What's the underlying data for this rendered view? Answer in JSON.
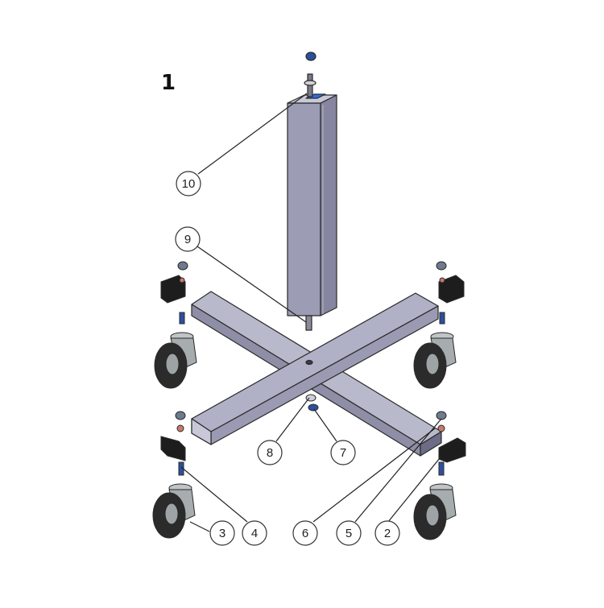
{
  "diagram": {
    "step_number": "1",
    "callouts": [
      {
        "id": "10",
        "label": "10"
      },
      {
        "id": "9",
        "label": "9"
      },
      {
        "id": "8",
        "label": "8"
      },
      {
        "id": "7",
        "label": "7"
      },
      {
        "id": "6",
        "label": "6"
      },
      {
        "id": "5",
        "label": "5"
      },
      {
        "id": "4",
        "label": "4"
      },
      {
        "id": "3",
        "label": "3"
      },
      {
        "id": "2",
        "label": "2"
      }
    ]
  },
  "colors": {
    "steel_face": "#a9a9c0",
    "steel_side": "#8e8ea6",
    "steel_dark": "#6c6c86",
    "steel_light": "#c8c8d8",
    "rubber": "#2b2b2b",
    "wheel_grey": "#9ea4a6",
    "bolt_blue": "#2d4f9e",
    "accent_blue": "#2f6de0",
    "washer_red": "#c9796a",
    "outline": "#2a2a2a"
  }
}
